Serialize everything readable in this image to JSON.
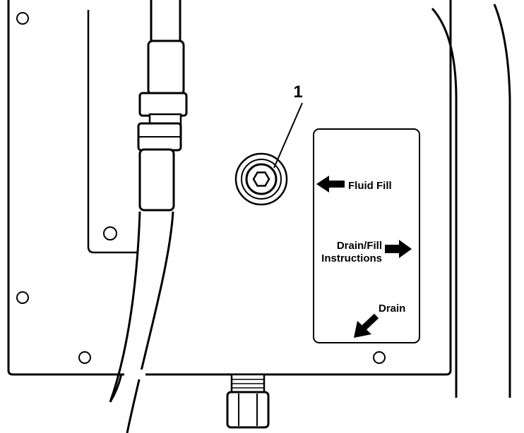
{
  "callout": {
    "number": "1"
  },
  "label": {
    "fluid_fill": "Fluid Fill",
    "drain_fill_line1": "Drain/Fill",
    "drain_fill_line2": "Instructions",
    "drain": "Drain"
  },
  "colors": {
    "line": "#000000",
    "background": "#ffffff"
  }
}
